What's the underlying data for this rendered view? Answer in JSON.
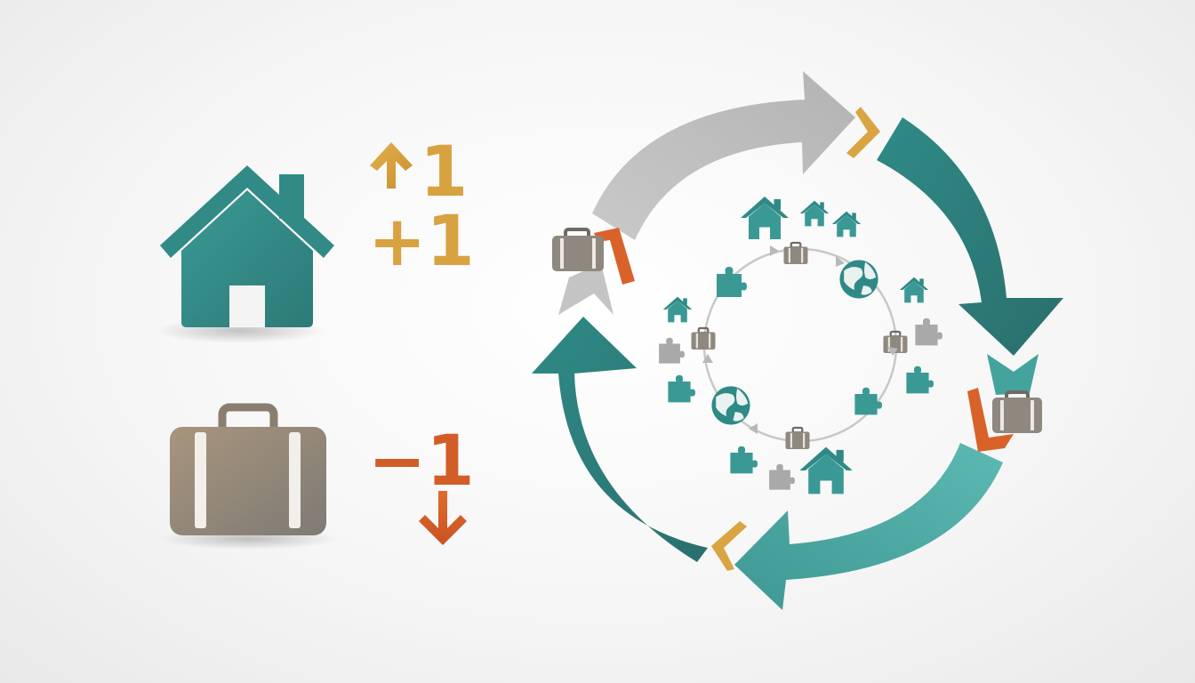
{
  "labels": {
    "plus_one_top": "1",
    "plus_one_bottom": "+1",
    "minus_one": "−1"
  },
  "colors": {
    "teal_dark": "#2f7f7d",
    "teal": "#3f918f",
    "teal_light": "#58b2ad",
    "gray_arrow": "#bdbdbd",
    "orange": "#d9622b",
    "gold": "#d9a441",
    "suitcase": "#8f887f",
    "suitcase_dark": "#7d786f"
  },
  "icons": {
    "big_house": "house-icon",
    "big_suitcase": "suitcase-icon",
    "up_arrow": "up-arrow-icon",
    "down_arrow": "down-arrow-icon",
    "globe": "globe-icon",
    "puzzle": "puzzle-piece-icon",
    "cycle": "cycle-arrows"
  }
}
